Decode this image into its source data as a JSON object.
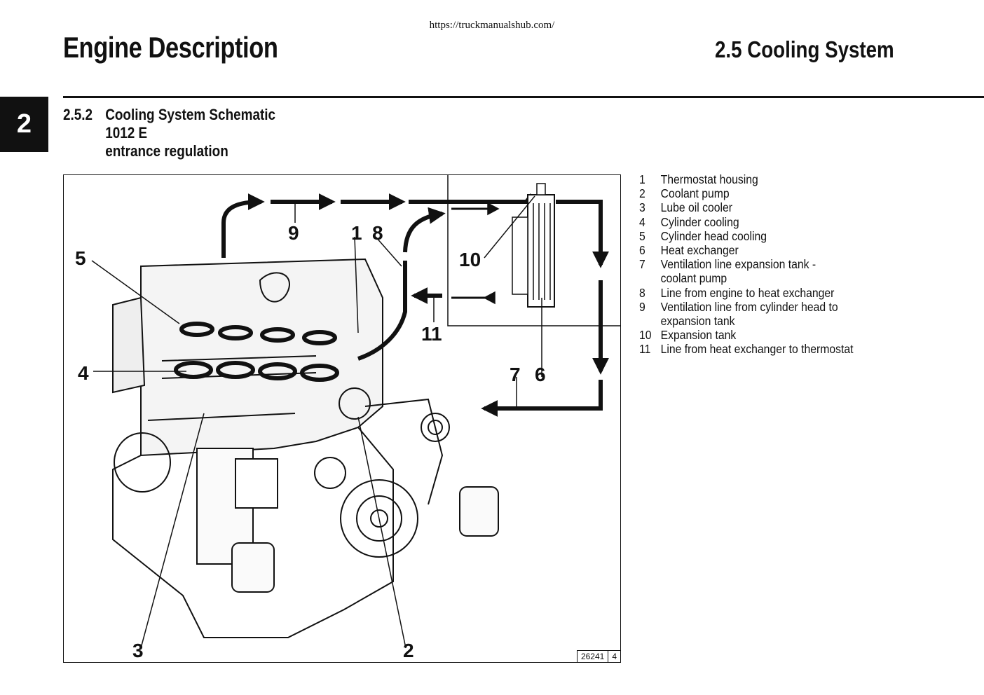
{
  "header": {
    "url": "https://truckmanualshub.com/",
    "title": "Engine Description",
    "section_title": "2.5 Cooling System"
  },
  "chapter_tab": "2",
  "subsection": {
    "number": "2.5.2",
    "lines": [
      "Cooling System Schematic",
      "1012 E",
      "entrance regulation"
    ]
  },
  "figure": {
    "callouts": [
      "1",
      "2",
      "3",
      "4",
      "5",
      "6",
      "7",
      "8",
      "9",
      "10",
      "11"
    ],
    "figure_number": "26241",
    "figure_suffix": "4"
  },
  "legend": [
    {
      "num": "1",
      "text": "Thermostat housing"
    },
    {
      "num": "2",
      "text": "Coolant pump"
    },
    {
      "num": "3",
      "text": "Lube oil cooler"
    },
    {
      "num": "4",
      "text": "Cylinder cooling"
    },
    {
      "num": "5",
      "text": "Cylinder head cooling"
    },
    {
      "num": "6",
      "text": "Heat exchanger"
    },
    {
      "num": "7",
      "text": "Ventilation line expansion tank - coolant pump"
    },
    {
      "num": "8",
      "text": "Line from engine to heat exchanger"
    },
    {
      "num": "9",
      "text": "Ventilation line from cylinder head to expansion tank"
    },
    {
      "num": "10",
      "text": "Expansion tank"
    },
    {
      "num": "11",
      "text": "Line from heat exchanger to thermostat"
    }
  ]
}
